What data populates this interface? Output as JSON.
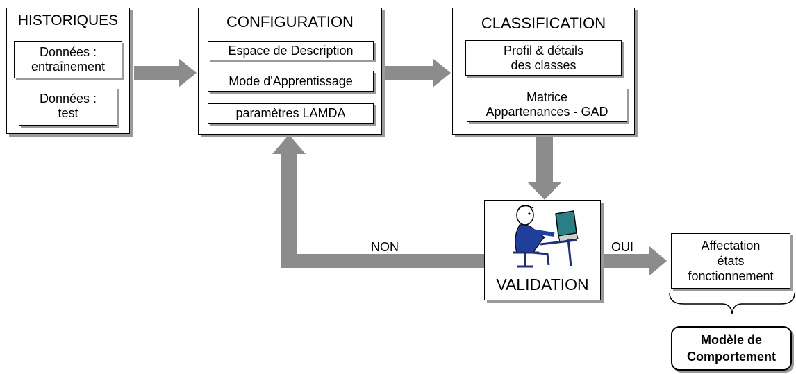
{
  "historiques": {
    "title": "HISTORIQUES",
    "train": "Données :\nentraînement",
    "test": "Données :\ntest"
  },
  "configuration": {
    "title": "CONFIGURATION",
    "items": [
      "Espace de Description",
      "Mode d'Apprentissage",
      "paramètres LAMDA"
    ]
  },
  "classification": {
    "title": "CLASSIFICATION",
    "profil": "Profil & détails\ndes classes",
    "matrice": "Matrice\nAppartenances - GAD"
  },
  "validation": {
    "title": "VALIDATION"
  },
  "labels": {
    "non": "NON",
    "oui": "OUI"
  },
  "affectation": "Affectation\nétats\nfonctionnement",
  "modele": "Modèle de\nComportement",
  "colors": {
    "arrow": "#8c8c8c",
    "shadow": "#9a9a9a"
  }
}
